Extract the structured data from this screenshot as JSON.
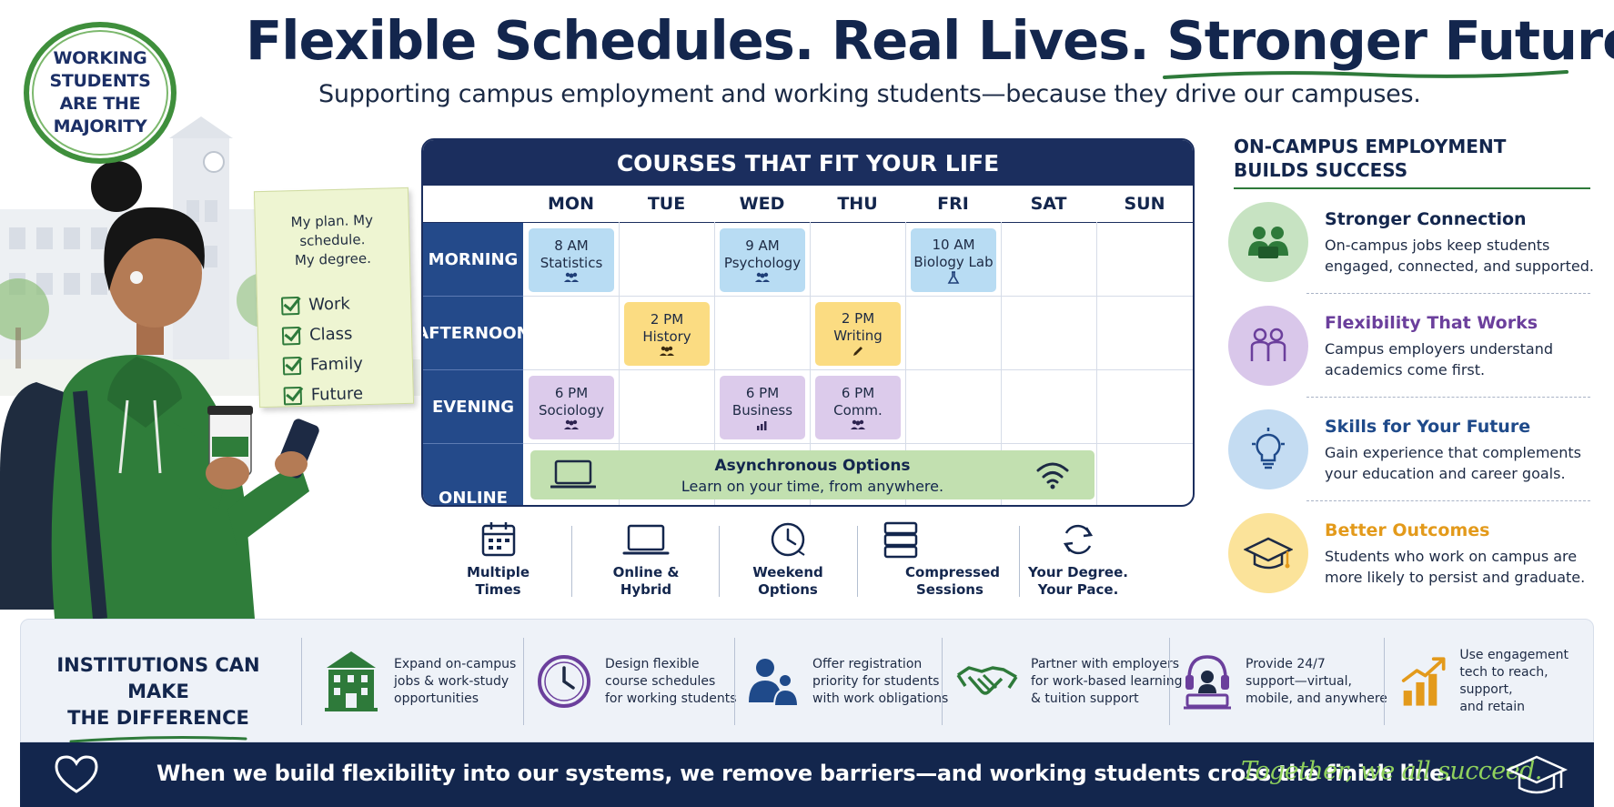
{
  "badge": {
    "lines": [
      "WORKING",
      "STUDENTS",
      "ARE THE",
      "MAJORITY"
    ]
  },
  "header": {
    "title_part1": "Flexible Schedules. Real Lives. ",
    "title_part2": "Stronger Futures.",
    "subtitle": "Supporting campus employment and working students—because they drive our campuses."
  },
  "note": {
    "title_line1": "My plan. My schedule.",
    "title_line2": "My degree.",
    "items": [
      "Work",
      "Class",
      "Family",
      "Future"
    ]
  },
  "schedule": {
    "title": "COURSES THAT FIT YOUR LIFE",
    "days": [
      "MON",
      "TUE",
      "WED",
      "THU",
      "FRI",
      "SAT",
      "SUN"
    ],
    "rows": [
      "MORNING",
      "AFTERNOON",
      "EVENING",
      "ONLINE"
    ],
    "courses": [
      {
        "time": "8 AM",
        "name": "Statistics",
        "icon": "group-icon"
      },
      {
        "time": "9 AM",
        "name": "Psychology",
        "icon": "group-icon"
      },
      {
        "time": "10 AM",
        "name": "Biology Lab",
        "icon": "flask-icon"
      },
      {
        "time": "2 PM",
        "name": "History",
        "icon": "group-icon"
      },
      {
        "time": "2 PM",
        "name": "Writing",
        "icon": "pencil-icon"
      },
      {
        "time": "6 PM",
        "name": "Sociology",
        "icon": "group-icon"
      },
      {
        "time": "6 PM",
        "name": "Business",
        "icon": "chart-icon"
      },
      {
        "time": "6 PM",
        "name": "Comm.",
        "icon": "group-icon"
      }
    ],
    "online": {
      "title": "Asynchronous Options",
      "subtitle": "Learn on your time, from anywhere."
    }
  },
  "features": [
    {
      "label_line1": "Multiple Times",
      "label_line2": "",
      "icon": "calendar-icon"
    },
    {
      "label_line1": "Online & Hybrid",
      "label_line2": "",
      "icon": "laptop-icon"
    },
    {
      "label_line1": "Weekend Options",
      "label_line2": "",
      "icon": "clock-icon"
    },
    {
      "label_line1": "Compressed",
      "label_line2": "Sessions",
      "icon": "stack-icon"
    },
    {
      "label_line1": "Your Degree.",
      "label_line2": "Your Pace.",
      "icon": "refresh-icon"
    }
  ],
  "right_panel": {
    "title_line1": "ON-CAMPUS EMPLOYMENT",
    "title_line2": "BUILDS SUCCESS",
    "items": [
      {
        "heading": "Stronger Connection",
        "body_line1": "On-campus jobs keep students",
        "body_line2": "engaged, connected, and supported.",
        "color": "#2e7a3a",
        "icon": "people-icon"
      },
      {
        "heading": "Flexibility That Works",
        "body_line1": "Campus employers understand",
        "body_line2": "academics come first.",
        "color": "#6b3f9c",
        "icon": "two-people-icon"
      },
      {
        "heading": "Skills for Your Future",
        "body_line1": "Gain experience that complements",
        "body_line2": "your education and career goals.",
        "color": "#1f4a8a",
        "icon": "lightbulb-icon"
      },
      {
        "heading": "Better Outcomes",
        "body_line1": "Students who work on campus are",
        "body_line2": "more likely to persist and graduate.",
        "color": "#e39a1b",
        "icon": "graduation-cap-icon"
      }
    ]
  },
  "institutions": {
    "title_line1": "INSTITUTIONS CAN MAKE",
    "title_line2": "THE DIFFERENCE",
    "items": [
      {
        "line1": "Expand on-campus",
        "line2": "jobs & work-study",
        "line3": "opportunities",
        "icon": "building-icon"
      },
      {
        "line1": "Design flexible",
        "line2": "course schedules",
        "line3": "for working students",
        "icon": "clock-icon"
      },
      {
        "line1": "Offer registration",
        "line2": "priority for students",
        "line3": "with work obligations",
        "icon": "users-icon"
      },
      {
        "line1": "Partner with employers",
        "line2": "for work-based learning",
        "line3": "& tuition support",
        "icon": "handshake-icon"
      },
      {
        "line1": "Provide 24/7",
        "line2": "support—virtual,",
        "line3": "mobile, and anywhere",
        "icon": "headset-icon"
      },
      {
        "line1": "Use engagement",
        "line2": "tech to reach, support,",
        "line3": "and retain",
        "icon": "growth-chart-icon"
      }
    ]
  },
  "footer": {
    "message": "When we build flexibility into our systems, we remove barriers—and working students cross the finish line.",
    "tagline": "Together, we all succeed."
  },
  "colors": {
    "navy": "#13264d",
    "green": "#2e7a3a",
    "purple": "#6b3f9c",
    "blue": "#1f4a8a",
    "gold": "#e39a1b",
    "course_blue": "#b8dcf3",
    "course_yellow": "#fbdc82",
    "course_purple": "#dccbeb",
    "online_green": "#c2e0b0"
  }
}
